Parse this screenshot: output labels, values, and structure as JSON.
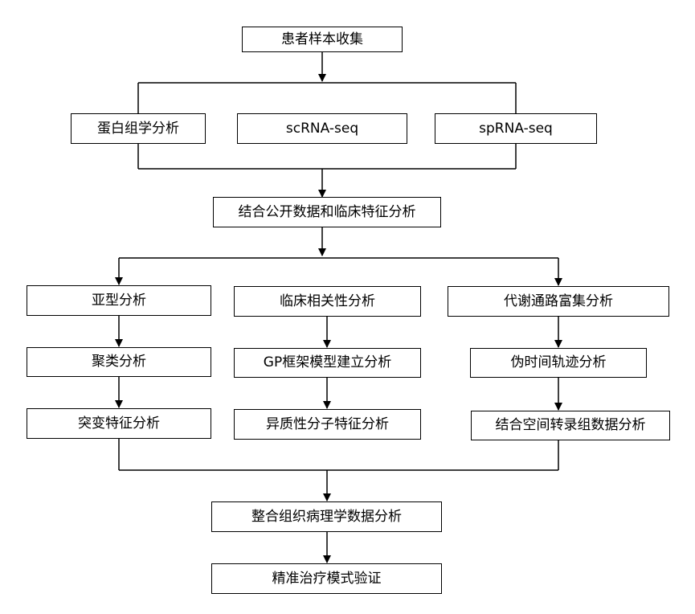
{
  "diagram": {
    "colors": {
      "line": "#000000",
      "box_border": "#000000",
      "box_fill": "#ffffff",
      "text": "#000000",
      "background": "#ffffff"
    },
    "nodes": {
      "collect": "患者样本收集",
      "proteomics": "蛋白组学分析",
      "scrna": "scRNA-seq",
      "sprna": "spRNA-seq",
      "integrate_public": "结合公开数据和临床特征分析",
      "subtype": "亚型分析",
      "clinical_corr": "临床相关性分析",
      "metabolic": "代谢通路富集分析",
      "cluster": "聚类分析",
      "gp_model": "GP框架模型建立分析",
      "pseudotime": "伪时间轨迹分析",
      "mutation": "突变特征分析",
      "heterogeneity": "异质性分子特征分析",
      "spatial": "结合空间转录组数据分析",
      "histopath": "整合组织病理学数据分析",
      "validation": "精准治疗模式验证"
    }
  }
}
